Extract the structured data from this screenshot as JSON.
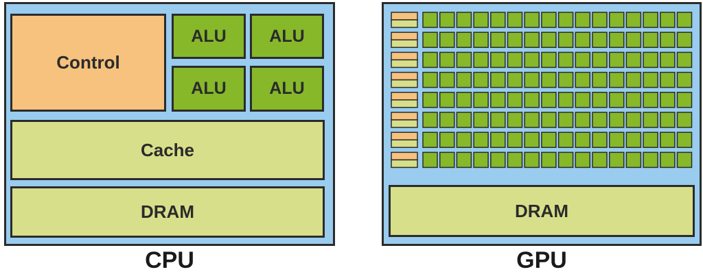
{
  "cpu": {
    "caption": "CPU",
    "control_label": "Control",
    "alus": [
      "ALU",
      "ALU",
      "ALU",
      "ALU"
    ],
    "cache_label": "Cache",
    "dram_label": "DRAM"
  },
  "gpu": {
    "caption": "GPU",
    "dram_label": "DRAM",
    "rows": 8,
    "cores_per_row": 16
  },
  "colors": {
    "chip_background": "#99ccee",
    "outline": "#2b2b2b",
    "control": "#f6c27e",
    "alu": "#86b82a",
    "cache_dram": "#d8df8a"
  }
}
